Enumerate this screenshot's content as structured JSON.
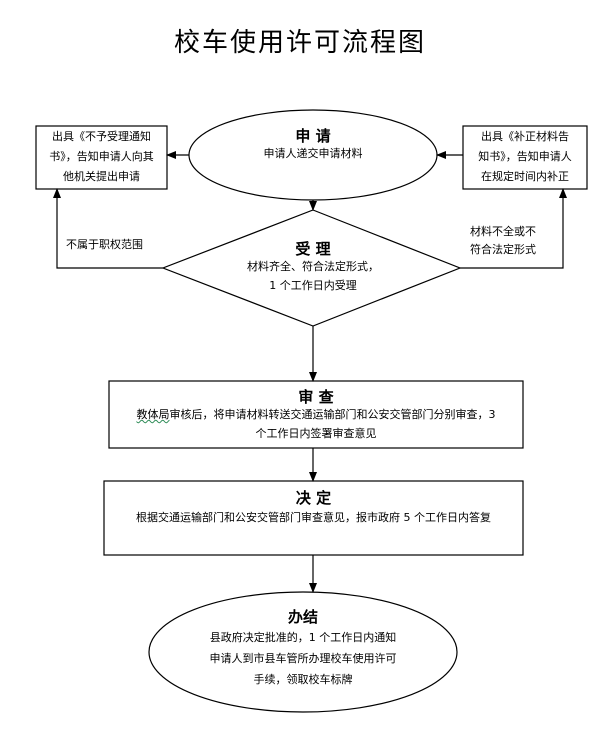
{
  "title": "校车使用许可流程图",
  "apply": {
    "heading": "申 请",
    "text": "申请人递交申请材料"
  },
  "accept": {
    "heading": "受 理",
    "line1": "材料齐全、符合法定形式，",
    "line2": "1 个工作日内受理"
  },
  "reject_box": {
    "line1": "出具《不予受理通知",
    "line2": "书》，告知申请人向其",
    "line3": "他机关提出申请"
  },
  "reject_label": "不属于职权范围",
  "supplement_box": {
    "line1": "出具《补正材料告",
    "line2": "知书》，告知申请人",
    "line3": "在规定时间内补正"
  },
  "supplement_label": {
    "line1": "材料不全或不",
    "line2": "符合法定形式"
  },
  "review": {
    "heading": "审 查",
    "prefix": "教体局",
    "line1_rest": "审核后，将申请材料转送交通运输部门和公安交管部门分别审查，3",
    "line2": "个工作日内签署审查意见"
  },
  "decision": {
    "heading": "决 定",
    "text": "根据交通运输部门和公安交管部门审查意见，报市政府 5 个工作日内答复"
  },
  "complete": {
    "heading": "办结",
    "line1": "县政府决定批准的，1 个工作日内通知",
    "line2": "申请人到市县车管所办理校车使用许可",
    "line3": "手续，领取校车标牌"
  }
}
